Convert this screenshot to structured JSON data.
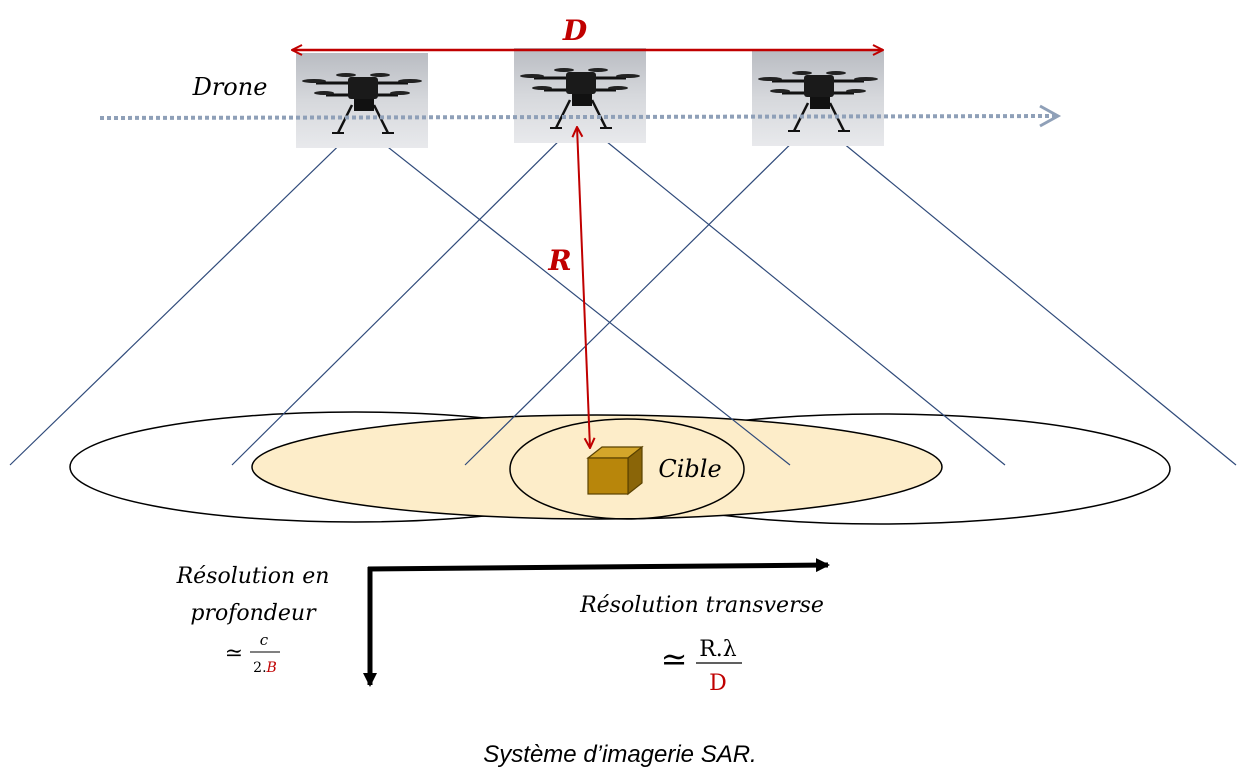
{
  "labels": {
    "distance": "D",
    "range": "R",
    "drone": "Drone",
    "target": "Cible",
    "depth_resolution_line1": "Résolution en",
    "depth_resolution_line2": "profondeur",
    "depth_approx": "≃",
    "depth_numerator": "c",
    "depth_denominator_prefix": "2.",
    "depth_denominator_var": "B",
    "transverse_resolution": "Résolution transverse",
    "transverse_approx": "≃",
    "transverse_numerator": "R.λ",
    "transverse_denominator": "D"
  },
  "caption": "Système d’imagerie SAR.",
  "colors": {
    "accent_red": "#c00000",
    "beam_line": "#2f4a7a",
    "flight_path": "#8fa0b8",
    "footprint_fill": "#fdedc9",
    "target_box": "#b8860b",
    "axis_arrow": "#000000"
  },
  "icons": {
    "drone": "drone-photo-icon",
    "target": "cube-icon"
  }
}
